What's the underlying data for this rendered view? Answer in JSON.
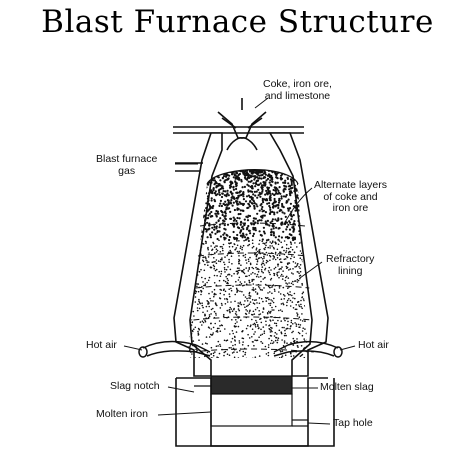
{
  "title": "Blast Furnace Structure",
  "labels": {
    "charge": [
      "Coke, iron ore,",
      "and limestone"
    ],
    "gas": [
      "Blast furnace",
      "gas"
    ],
    "layers": [
      "Alternate layers",
      "of coke and",
      "iron ore"
    ],
    "lining": [
      "Refractory",
      "lining"
    ],
    "hot_air_left": "Hot air",
    "hot_air_right": "Hot air",
    "slag_notch": "Slag notch",
    "molten_slag": "Molten slag",
    "molten_iron": "Molten iron",
    "tap_hole": "Tap hole"
  },
  "colors": {
    "ink": "#111111",
    "slag": "#2a2a2a",
    "lining_fill": "#ffffff"
  }
}
